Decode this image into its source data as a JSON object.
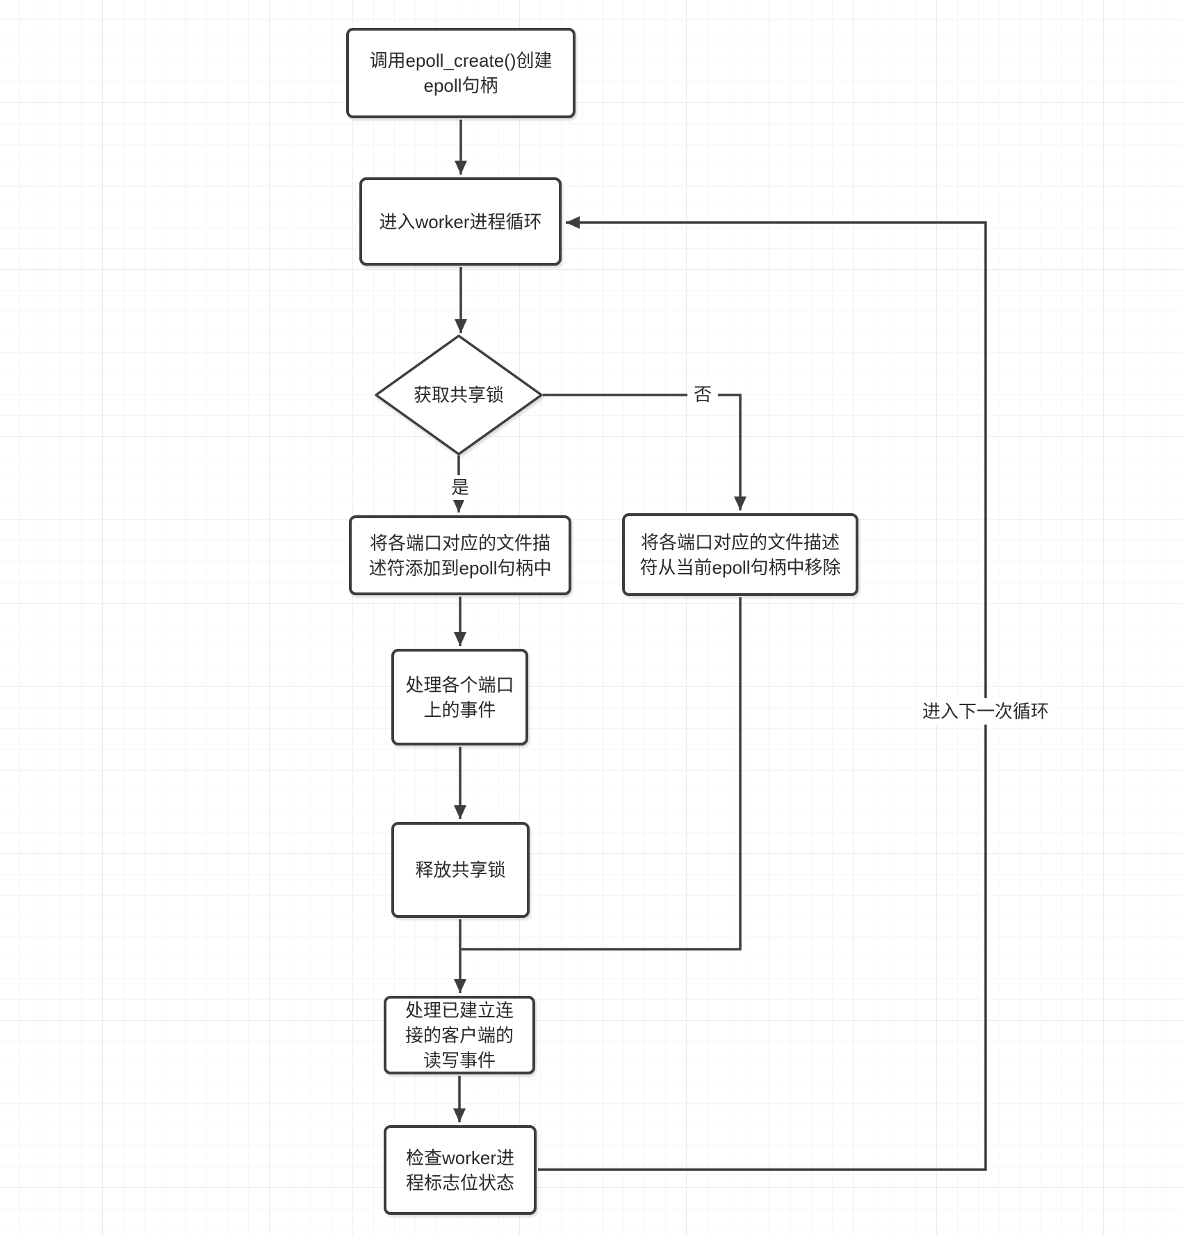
{
  "nodes": {
    "create_epoll": {
      "label": "调用epoll_create()创建\nepoll句柄"
    },
    "worker_loop": {
      "label": "进入worker进程循环"
    },
    "acquire_lock": {
      "label": "获取共享锁"
    },
    "add_fd": {
      "label": "将各端口对应的文件描\n述符添加到epoll句柄中"
    },
    "remove_fd": {
      "label": "将各端口对应的文件描述\n符从当前epoll句柄中移除"
    },
    "handle_ports": {
      "label": "处理各个端口\n上的事件"
    },
    "release_lock": {
      "label": "释放共享锁"
    },
    "handle_clients": {
      "label": "处理已建立连\n接的客户端的\n读写事件"
    },
    "check_flags": {
      "label": "检查worker进\n程标志位状态"
    }
  },
  "edge_labels": {
    "yes": "是",
    "no": "否",
    "next_loop": "进入下一次循环"
  },
  "colors": {
    "stroke": "#3d3d3d",
    "text": "#2a2a2a",
    "node_fill": "#ffffff",
    "grid_minor": "#f6f6f6",
    "grid_major": "#ececec",
    "canvas_bg": "#ffffff"
  }
}
